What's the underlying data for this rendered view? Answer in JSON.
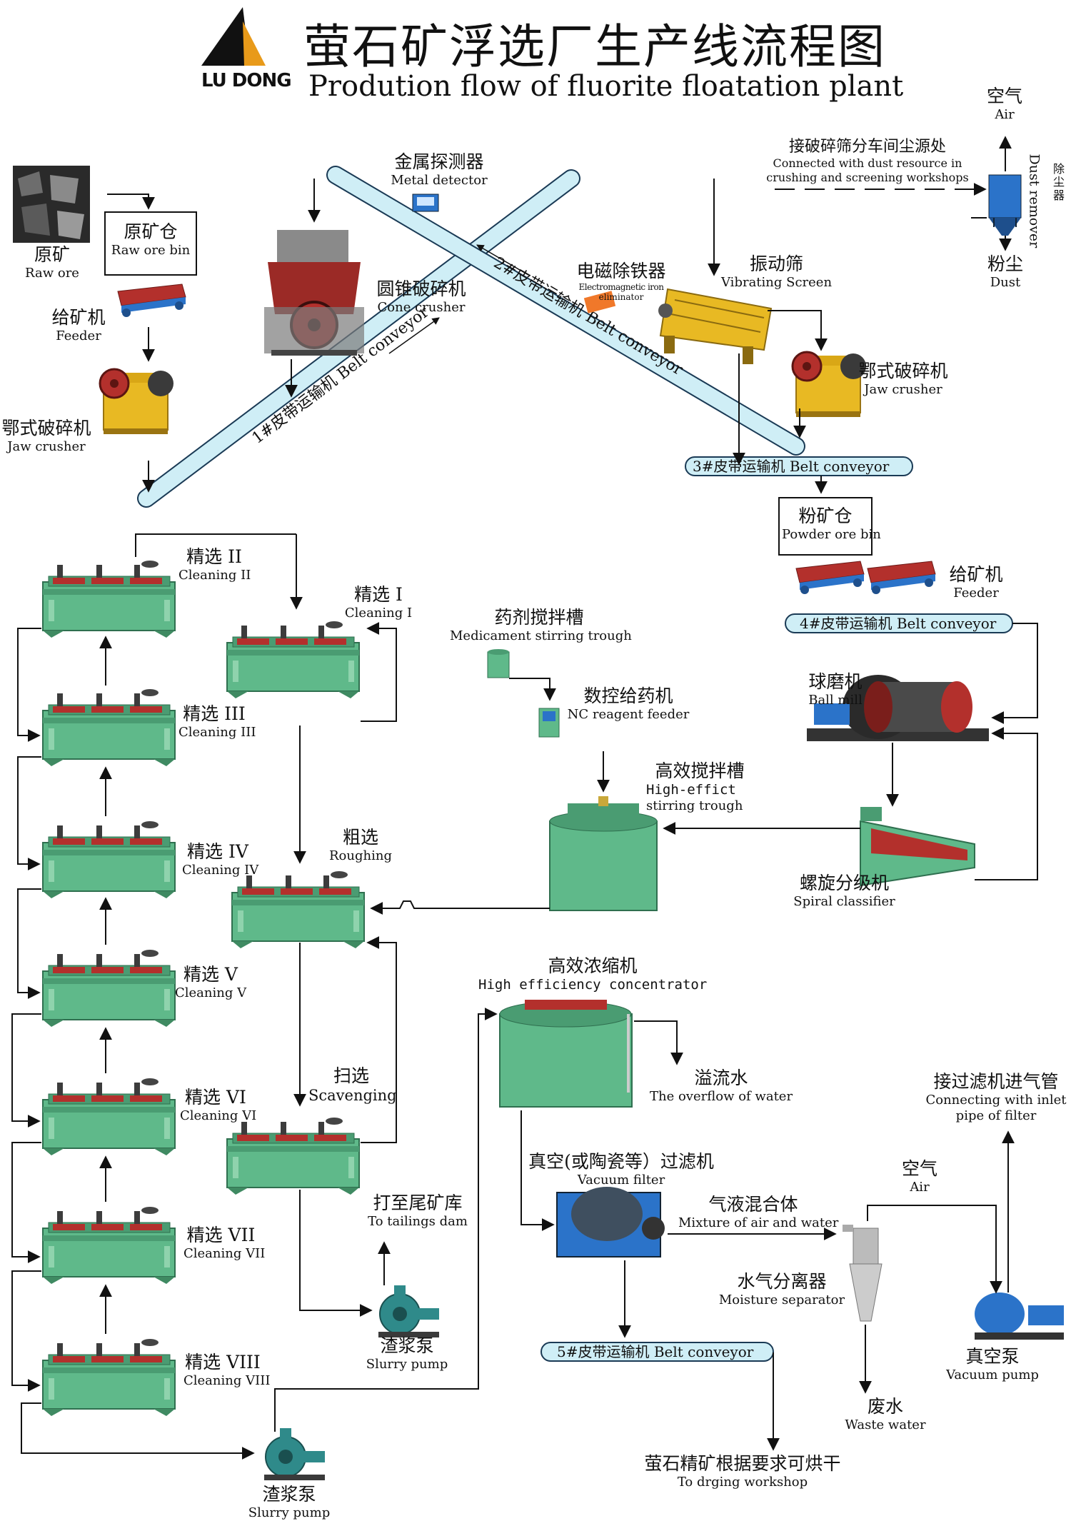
{
  "header": {
    "title_cn": "萤石矿浮选厂生产线流程图",
    "title_en": "Prodution flow of fluorite floatation plant",
    "brand": "LU DONG"
  },
  "nodes": {
    "raw_ore": {
      "cn": "原矿",
      "en": "Raw ore"
    },
    "raw_ore_bin": {
      "cn": "原矿仓",
      "en": "Raw ore bin"
    },
    "feeder_1": {
      "cn": "给矿机",
      "en": "Feeder"
    },
    "jaw_crusher_1": {
      "cn": "鄂式破碎机",
      "en": "Jaw crusher"
    },
    "metal_detector": {
      "cn": "金属探测器",
      "en": "Metal detector"
    },
    "cone_crusher": {
      "cn": "圆锥破碎机",
      "en": "Cone crusher"
    },
    "em_iron": {
      "cn": "电磁除铁器",
      "en1": "Electromagnetic iron",
      "en2": "eliminator"
    },
    "vibrating_screen": {
      "cn": "振动筛",
      "en": "Vibrating Screen"
    },
    "jaw_crusher_2": {
      "cn": "鄂式破碎机",
      "en": "Jaw crusher"
    },
    "dust_source": {
      "cn": "接破碎筛分车间尘源处",
      "en1": "Connected with dust resource in",
      "en2": "crushing and screening workshops"
    },
    "air_top": {
      "cn": "空气",
      "en": "Air"
    },
    "dust_remover": {
      "cn": "除尘器",
      "en": "Dust remover"
    },
    "dust": {
      "cn": "粉尘",
      "en": "Dust"
    },
    "powder_ore_bin": {
      "cn": "粉矿仓",
      "en": "Powder ore bin"
    },
    "feeder_2": {
      "cn": "给矿机",
      "en": "Feeder"
    },
    "medicament_trough": {
      "cn": "药剂搅拌槽",
      "en": "Medicament stirring trough"
    },
    "nc_feeder": {
      "cn": "数控给药机",
      "en": "NC reagent feeder"
    },
    "ball_mill": {
      "cn": "球磨机",
      "en": "Ball  mill"
    },
    "high_effic_trough": {
      "cn": "高效搅拌槽",
      "en1": "High-effict",
      "en2": "stirring trough"
    },
    "spiral_classifier": {
      "cn": "螺旋分级机",
      "en": "Spiral classifier"
    },
    "cleaning_1": {
      "cn": "精选 I",
      "en": "Cleaning I"
    },
    "cleaning_2": {
      "cn": "精选 II",
      "en": "Cleaning II"
    },
    "cleaning_3": {
      "cn": "精选 III",
      "en": "Cleaning III"
    },
    "cleaning_4": {
      "cn": "精选 IV",
      "en": "Cleaning IV"
    },
    "cleaning_5": {
      "cn": "精选 V",
      "en": "Cleaning V"
    },
    "cleaning_6": {
      "cn": "精选 VI",
      "en": "Cleaning VI"
    },
    "cleaning_7": {
      "cn": "精选 VII",
      "en": "Cleaning VII"
    },
    "cleaning_8": {
      "cn": "精选 VIII",
      "en": "Cleaning VIII"
    },
    "roughing": {
      "cn": "粗选",
      "en": "Roughing"
    },
    "scavenging": {
      "cn": "扫选",
      "en": "Scavenging"
    },
    "tailings_dam": {
      "cn": "打至尾矿库",
      "en": "To tailings dam"
    },
    "slurry_pump_1": {
      "cn": "渣浆泵",
      "en": "Slurry pump"
    },
    "slurry_pump_2": {
      "cn": "渣浆泵",
      "en": "Slurry pump"
    },
    "concentrator": {
      "cn": "高效浓缩机",
      "en": "High efficiency concentrator"
    },
    "overflow": {
      "cn": "溢流水",
      "en": "The overflow of water"
    },
    "vacuum_filter": {
      "cn": "真空(或陶瓷等）过滤机",
      "en": "Vacuum filter"
    },
    "mixture": {
      "cn": "气液混合体",
      "en": "Mixture of air and water"
    },
    "moisture_sep": {
      "cn": "水气分离器",
      "en": "Moisture separator"
    },
    "air_bottom": {
      "cn": "空气",
      "en": "Air"
    },
    "filter_inlet": {
      "cn": "接过滤机进气管",
      "en1": "Connecting with inlet",
      "en2": "pipe of filter"
    },
    "vacuum_pump": {
      "cn": "真空泵",
      "en": "Vacuum pump"
    },
    "waste_water": {
      "cn": "废水",
      "en": "Waste water"
    },
    "drying": {
      "cn": "萤石精矿根据要求可烘干",
      "en": "To drging workshop"
    }
  },
  "belts": {
    "b1": "1#皮带运输机 Belt conveyor",
    "b2": "2#皮带运输机 Belt conveyor",
    "b3": "3#皮带运输机 Belt conveyor",
    "b4": "4#皮带运输机 Belt conveyor",
    "b5": "5#皮带运输机 Belt conveyor"
  },
  "colors": {
    "belt_fill": "#cfeef6",
    "belt_stroke": "#1a3a55",
    "cell_green": "#5fb98a",
    "cell_red": "#b3302c",
    "yellow_machine": "#e8b923",
    "blue_machine": "#2b73c9",
    "arrow": "#111111"
  }
}
